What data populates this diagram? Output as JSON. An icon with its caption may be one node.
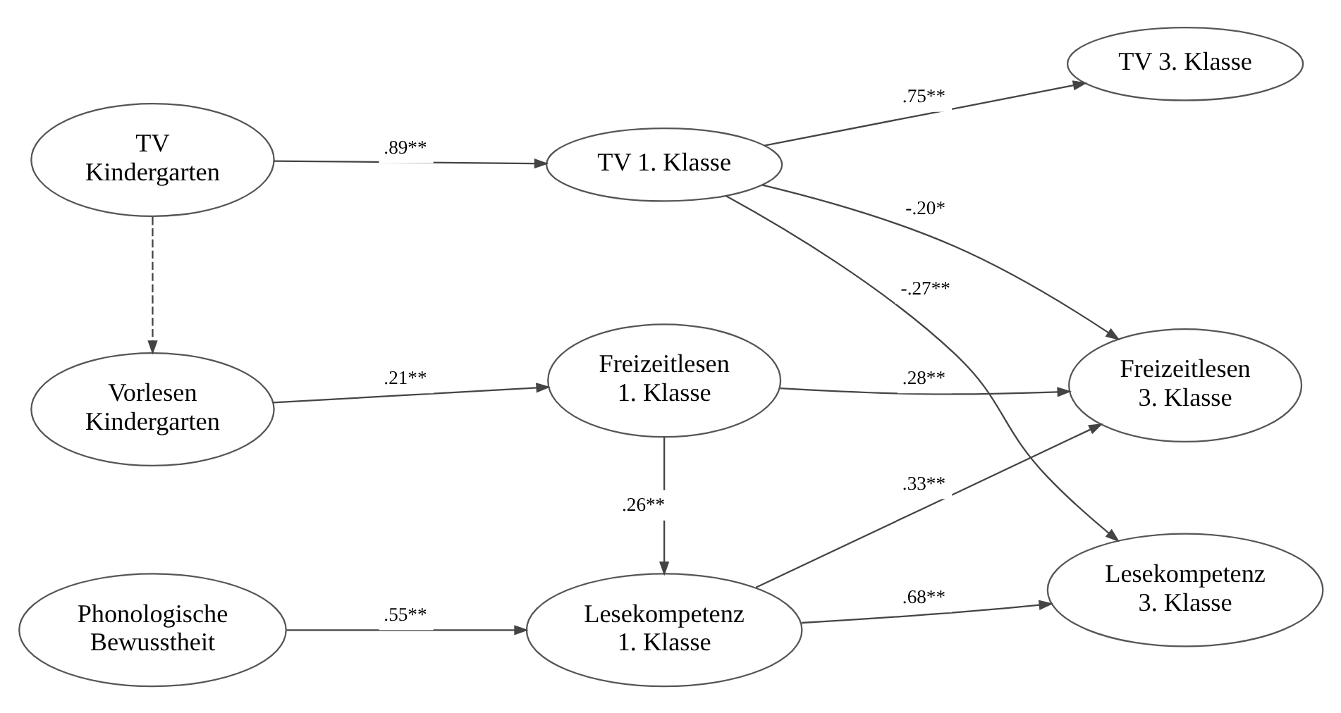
{
  "diagram": {
    "nodes": [
      {
        "text": [
          "Phonologische Bewusstheit"
        ]
      },
      {
        "text": [
          "Lesekompetenz 1. Klasse"
        ]
      },
      {
        "text": [
          "Lesekompetenz 3. Klasse"
        ]
      },
      {
        "text": [
          "Vorlesen Kindergarten"
        ]
      },
      {
        "text": [
          "Freizeitlesen 1. Klasse"
        ]
      },
      {
        "text": [
          "Freizeitlesen 3. Klasse"
        ]
      },
      {
        "text": [
          "TV Kindergarten"
        ]
      },
      {
        "text": [
          "TV 1. Klasse"
        ]
      },
      {
        "text": [
          "TV 3. Klasse"
        ]
      }
    ],
    "edges": [
      {
        "from": 0,
        "to": 1,
        "label": ".55**",
        "arrow": "to"
      },
      {
        "from": 1,
        "to": 2,
        "label": ".68**",
        "arrow": "to"
      },
      {
        "from": 1,
        "to": 5,
        "label": ".33**",
        "arrow": "to"
      },
      {
        "from": 4,
        "to": 1,
        "label": ".26**",
        "arrow": "to"
      },
      {
        "from": 3,
        "to": 4,
        "label": ".21**",
        "arrow": "to"
      },
      {
        "from": 4,
        "to": 5,
        "label": ".28**",
        "arrow": "to"
      },
      {
        "from": 7,
        "to": 2,
        "label": "-.27**",
        "arrow": "to"
      },
      {
        "from": 7,
        "to": 5,
        "label": "-.20*",
        "arrow": "to"
      },
      {
        "from": 6,
        "to": 3,
        "arrow": "to",
        "style": "dashed"
      },
      {
        "from": 6,
        "to": 7,
        "label": ".89**",
        "arrow": "to"
      },
      {
        "from": 7,
        "to": 8,
        "label": ".75**",
        "arrow": "to"
      }
    ]
  }
}
